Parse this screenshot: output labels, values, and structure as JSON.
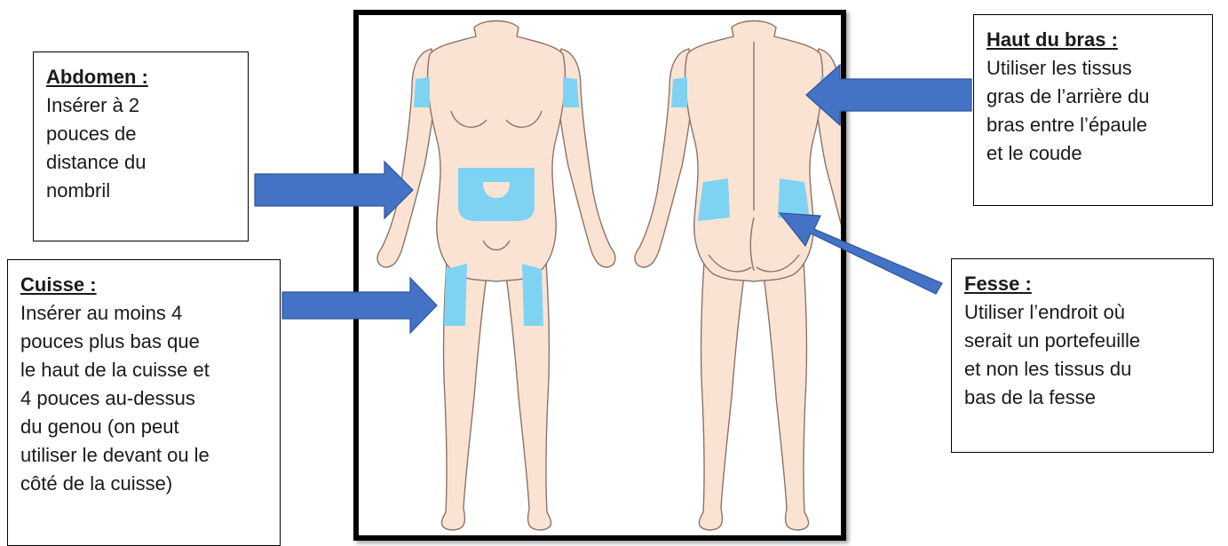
{
  "callouts": {
    "abdomen": {
      "title": "Abdomen :",
      "lines": [
        "Insérer à 2",
        "pouces de",
        "distance du",
        "nombril"
      ]
    },
    "cuisse": {
      "title": "Cuisse :",
      "lines": [
        "Insérer au moins 4",
        "pouces plus bas que",
        "le haut de la cuisse et",
        "4 pouces au-dessus",
        "du genou (on peut",
        "utiliser le devant ou le",
        "côté de la cuisse)"
      ]
    },
    "bras": {
      "title": "Haut du bras :",
      "lines": [
        "Utiliser les tissus",
        "gras de l’arrière du",
        "bras entre l’épaule",
        "et le coude"
      ]
    },
    "fesse": {
      "title": "Fesse :",
      "lines": [
        "Utiliser l’endroit où",
        "serait un portefeuille",
        "et non les tissus du",
        "bas de la fesse"
      ]
    }
  },
  "colors": {
    "skin": "#fbe3d4",
    "outline": "#8a7468",
    "zone": "#7fd3f2",
    "arrow": "#4472c4",
    "arrow_border": "#2f5597"
  }
}
